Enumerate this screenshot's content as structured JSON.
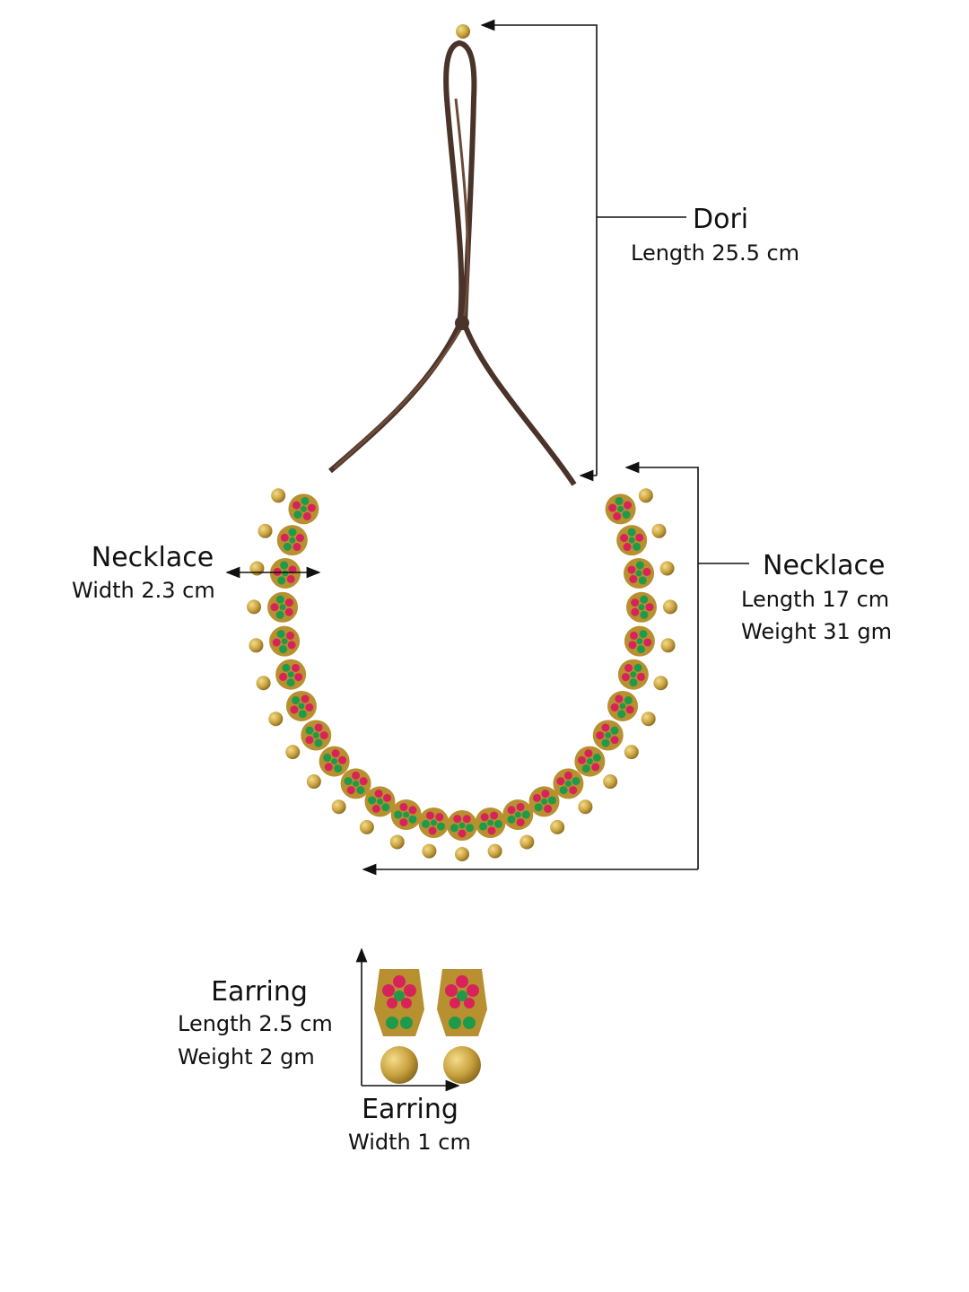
{
  "dori": {
    "title": "Dori",
    "length": "Length  25.5  cm"
  },
  "necklace_width": {
    "title": "Necklace",
    "width": "Width  2.3  cm"
  },
  "necklace_length": {
    "title": "Necklace",
    "length": "Length  17  cm",
    "weight": "Weight  31  gm"
  },
  "earring_length": {
    "title": "Earring",
    "length": "Length  2.5  cm",
    "weight": "Weight   2    gm"
  },
  "earring_width": {
    "title": "Earring",
    "width": "Width  1  cm"
  },
  "colors": {
    "gold": "#c9a23f",
    "ruby": "#d8235a",
    "emerald": "#1e9a4a",
    "cord": "#4a3328",
    "line": "#111111"
  }
}
